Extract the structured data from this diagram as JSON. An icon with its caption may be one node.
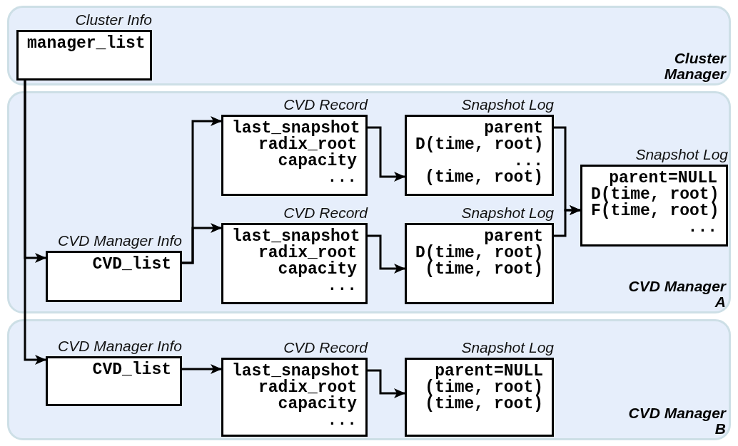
{
  "diagram": {
    "nodes": [
      {
        "text": [
          "Cluster Manager"
        ]
      },
      {
        "text": [
          "Cluster Info",
          "manager_list"
        ],
        "in": 0
      },
      {
        "text": [
          "CVD Manager A"
        ]
      },
      {
        "text": [
          "CVD Manager Info",
          "CVD_list"
        ],
        "in": 2
      },
      {
        "text": [
          "CVD Record",
          "last_snapshot",
          "radix_root",
          "capacity",
          "..."
        ],
        "in": 2
      },
      {
        "text": [
          "Snapshot Log",
          "parent",
          "D(time, root)",
          "...",
          "(time, root)"
        ],
        "in": 2
      },
      {
        "text": [
          "CVD Record",
          "last_snapshot",
          "radix_root",
          "capacity",
          "..."
        ],
        "in": 2
      },
      {
        "text": [
          "Snapshot Log",
          "parent",
          "D(time, root)",
          "(time, root)"
        ],
        "in": 2
      },
      {
        "text": [
          "Snapshot Log",
          "parent=NULL",
          "D(time, root)",
          "F(time, root)",
          "..."
        ],
        "in": 2
      },
      {
        "text": [
          "CVD Manager B"
        ]
      },
      {
        "text": [
          "CVD Manager Info",
          "CVD_list"
        ],
        "in": 9
      },
      {
        "text": [
          "CVD Record",
          "last_snapshot",
          "radix_root",
          "capacity",
          "..."
        ],
        "in": 9
      },
      {
        "text": [
          "Snapshot Log",
          "parent=NULL",
          "(time, root)",
          "(time, root)"
        ],
        "in": 9
      }
    ],
    "edges": [
      {
        "from": 1,
        "to": 3,
        "arrow": "to"
      },
      {
        "from": 1,
        "to": 10,
        "arrow": "to"
      },
      {
        "from": 3,
        "to": 4,
        "arrow": "to"
      },
      {
        "from": 3,
        "to": 6,
        "arrow": "to"
      },
      {
        "from": 4,
        "to": 5,
        "arrow": "to"
      },
      {
        "from": 6,
        "to": 7,
        "arrow": "to"
      },
      {
        "from": 5,
        "to": 8,
        "arrow": "to"
      },
      {
        "from": 7,
        "to": 8,
        "arrow": "to"
      },
      {
        "from": 10,
        "to": 11,
        "arrow": "to"
      },
      {
        "from": 11,
        "to": 12,
        "arrow": "to"
      }
    ]
  }
}
